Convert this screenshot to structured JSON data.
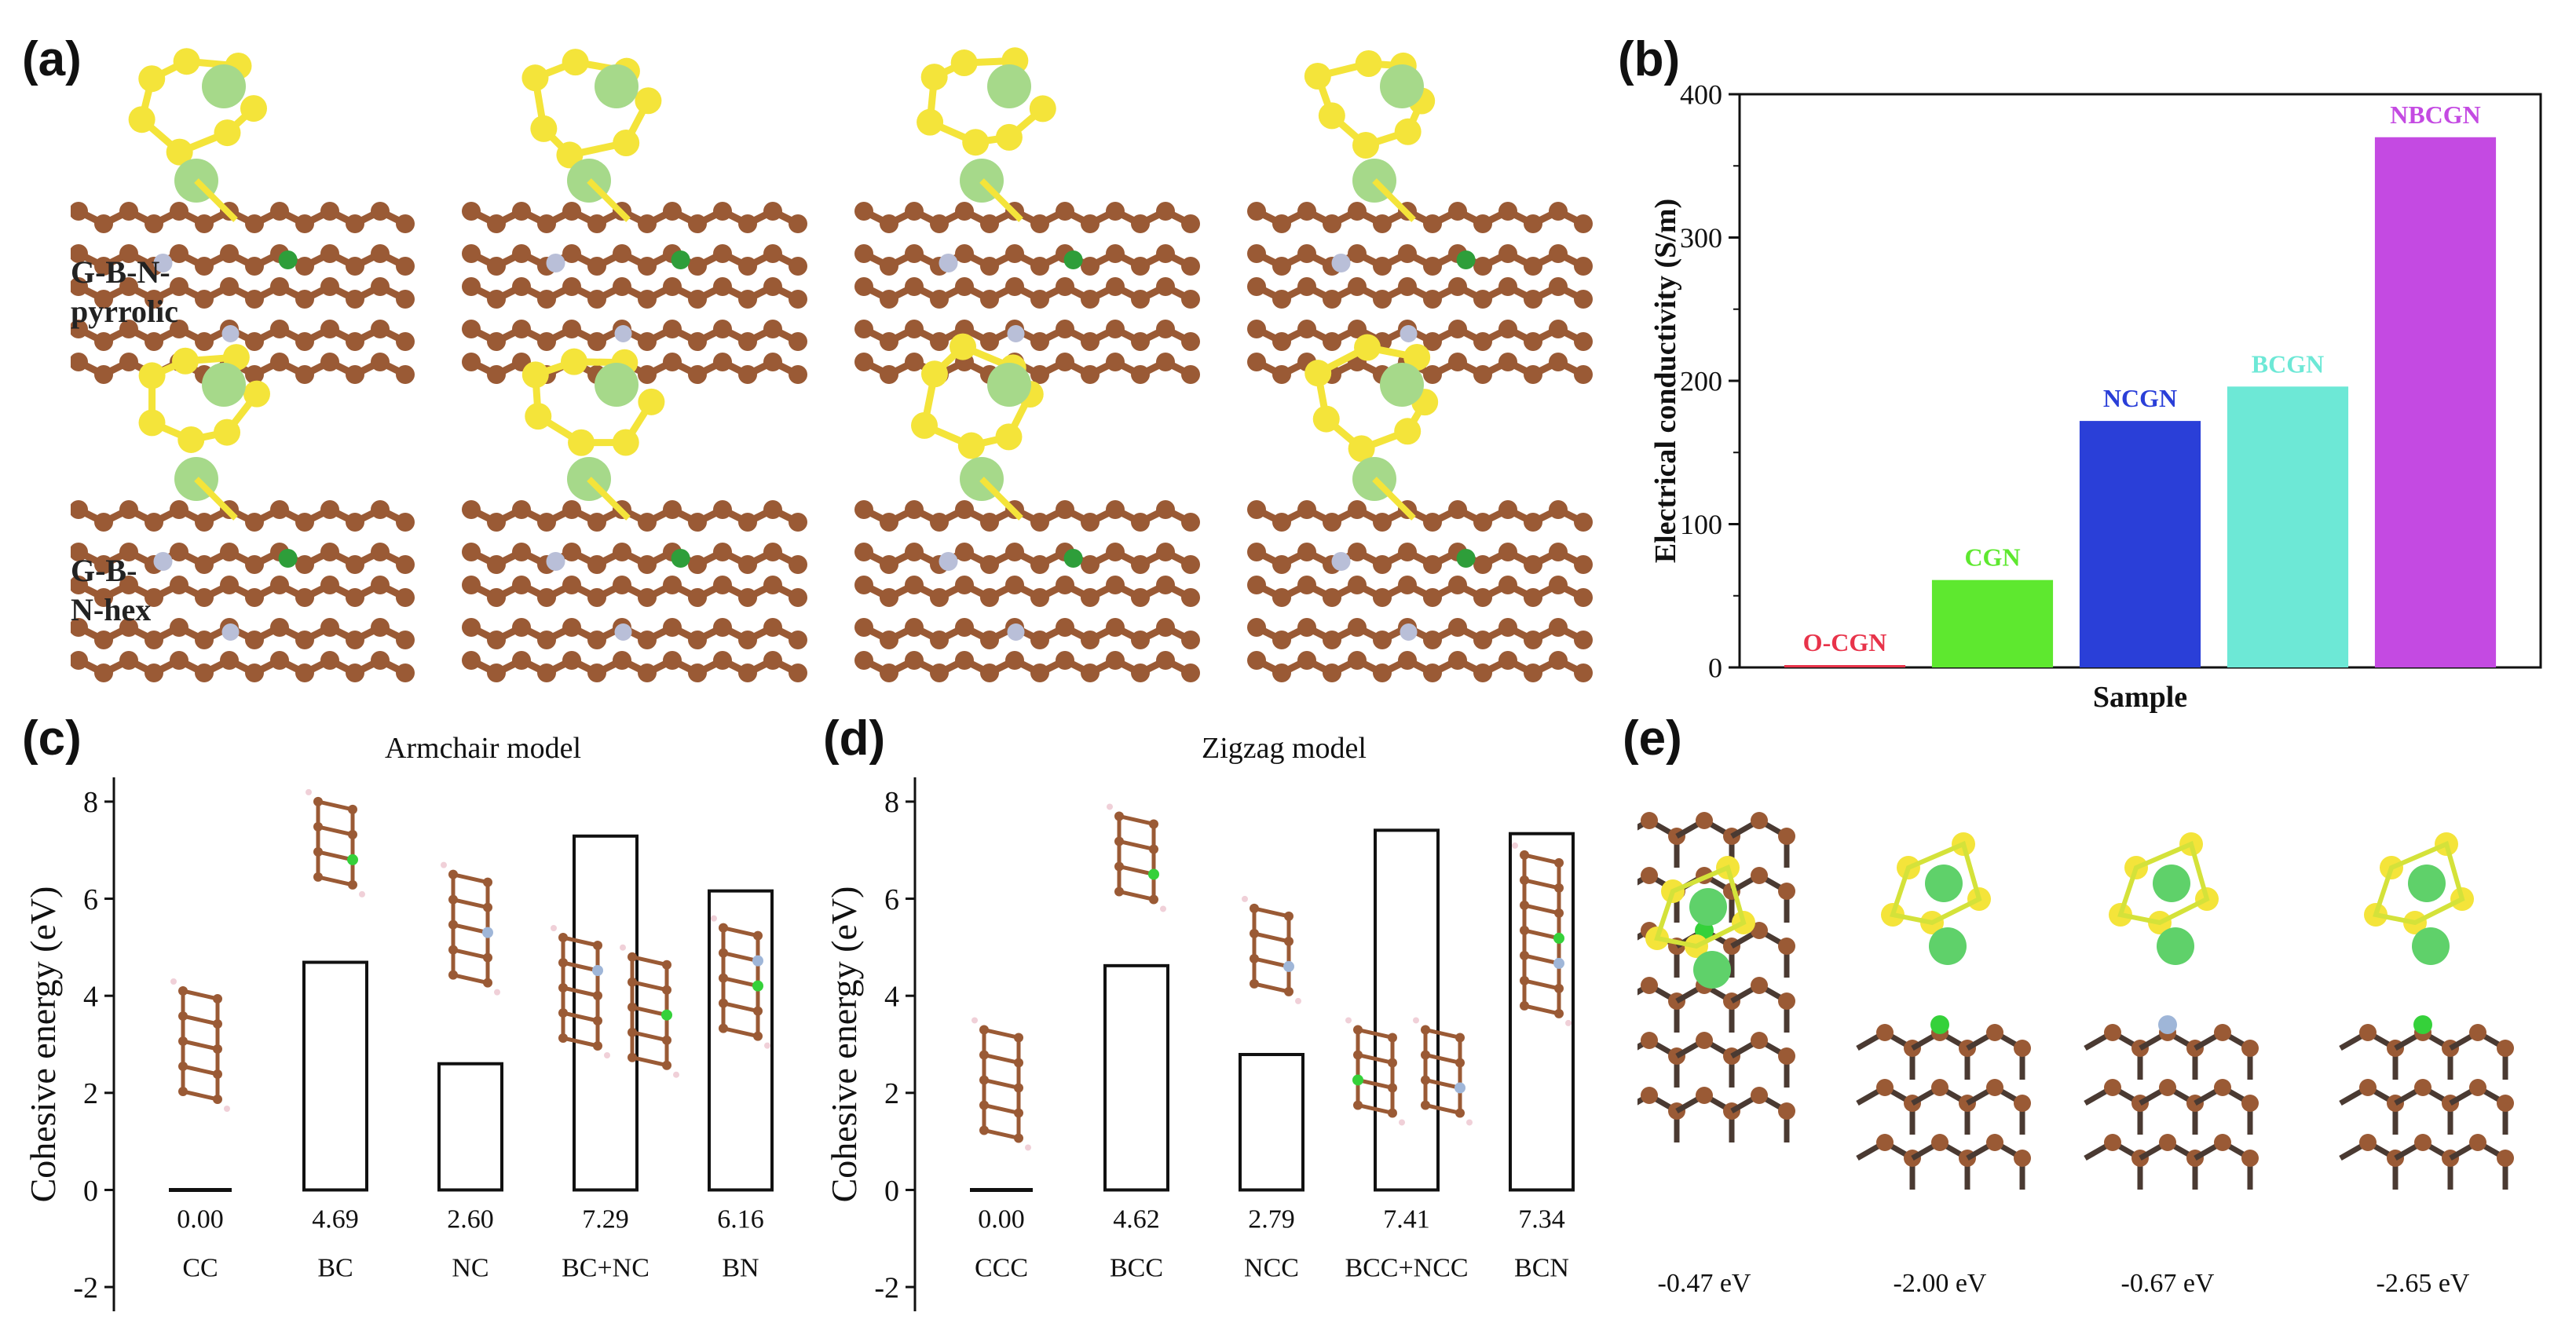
{
  "panel_labels": {
    "a": "(a)",
    "b": "(b)",
    "c": "(c)",
    "d": "(d)",
    "e": "(e)"
  },
  "panel_a": {
    "row_labels": [
      "G-B-N-\npyrrolic",
      "G-B-\nN-hex"
    ]
  },
  "panel_e": {
    "energies": [
      "-0.47 eV",
      "-2.00 eV",
      "-0.67 eV",
      "-2.65 eV"
    ]
  },
  "colors": {
    "carbon": "#9a5a35",
    "sulfur": "#f4e43a",
    "lithium": "#a6d98a",
    "boron": "#2e9e3a",
    "nitrogen": "#b9bfd8",
    "hydrogen": "#f0d0d8"
  },
  "chart_data": [
    {
      "id": "b",
      "type": "bar",
      "categories": [
        "O-CGN",
        "CGN",
        "NCGN",
        "BCGN",
        "NBCGN"
      ],
      "values": [
        0,
        61,
        172,
        196,
        370
      ],
      "bar_colors": [
        "#e8334a",
        "#5ee82f",
        "#2a3fd8",
        "#6de8d6",
        "#c44ae2"
      ],
      "label_colors": [
        "#e8334a",
        "#5ee82f",
        "#2a3fd8",
        "#6de8d6",
        "#c44ae2"
      ],
      "xlabel": "Sample",
      "ylabel": "Electrical conductivity (S/m)",
      "ylim": [
        0,
        400
      ],
      "yticks": [
        0,
        100,
        200,
        300,
        400
      ]
    },
    {
      "id": "c",
      "type": "bar",
      "title": "Armchair model",
      "categories": [
        "CC",
        "BC",
        "NC",
        "BC+NC",
        "BN"
      ],
      "values": [
        0.0,
        4.69,
        2.6,
        7.29,
        6.16
      ],
      "value_labels": [
        "0.00",
        "4.69",
        "2.60",
        "7.29",
        "6.16"
      ],
      "ylabel": "Cohesive energy (eV)",
      "ylim": [
        -2.5,
        8.5
      ],
      "yticks": [
        -2,
        0,
        2,
        4,
        6,
        8
      ]
    },
    {
      "id": "d",
      "type": "bar",
      "title": "Zigzag model",
      "categories": [
        "CCC",
        "BCC",
        "NCC",
        "BCC+NCC",
        "BCN"
      ],
      "values": [
        0.0,
        4.62,
        2.79,
        7.41,
        7.34
      ],
      "value_labels": [
        "0.00",
        "4.62",
        "2.79",
        "7.41",
        "7.34"
      ],
      "ylabel": "Cohesive energy (eV)",
      "ylim": [
        -2.5,
        8.5
      ],
      "yticks": [
        -2,
        0,
        2,
        4,
        6,
        8
      ]
    }
  ]
}
